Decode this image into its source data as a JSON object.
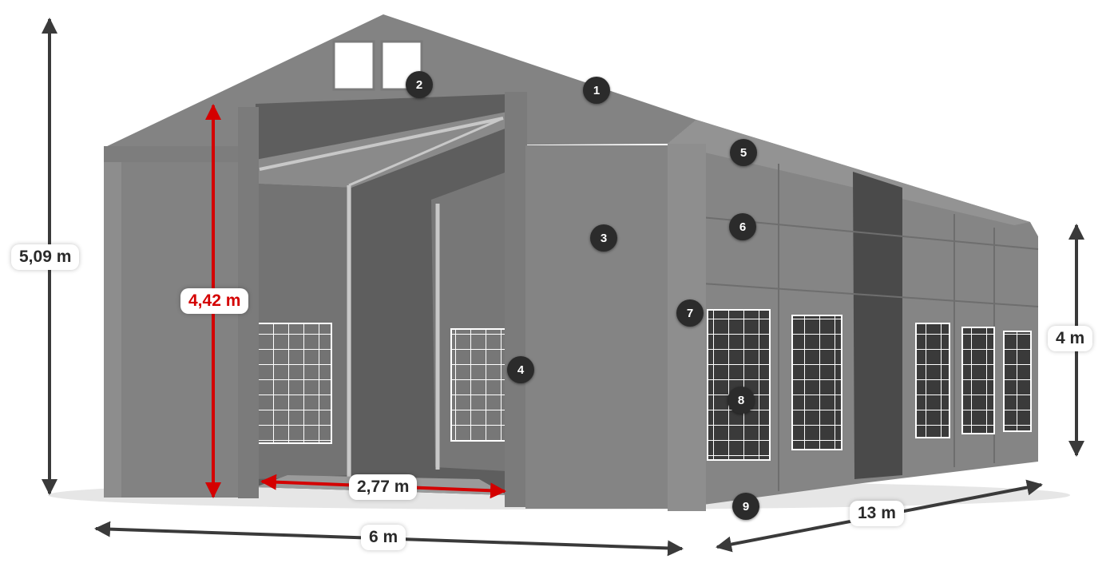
{
  "dimensions": {
    "total_height": "5,09 m",
    "door_height": "4,42 m",
    "door_width": "2,77 m",
    "front_width": "6 m",
    "side_length": "13 m",
    "side_wall_height": "4 m"
  },
  "callouts": [
    "1",
    "2",
    "3",
    "4",
    "5",
    "6",
    "7",
    "8",
    "9"
  ],
  "colors": {
    "tent": "#7c7c7c",
    "arrow_dark": "#3a3a3a",
    "arrow_red": "#d40000",
    "badge": "#2b2b2b"
  }
}
